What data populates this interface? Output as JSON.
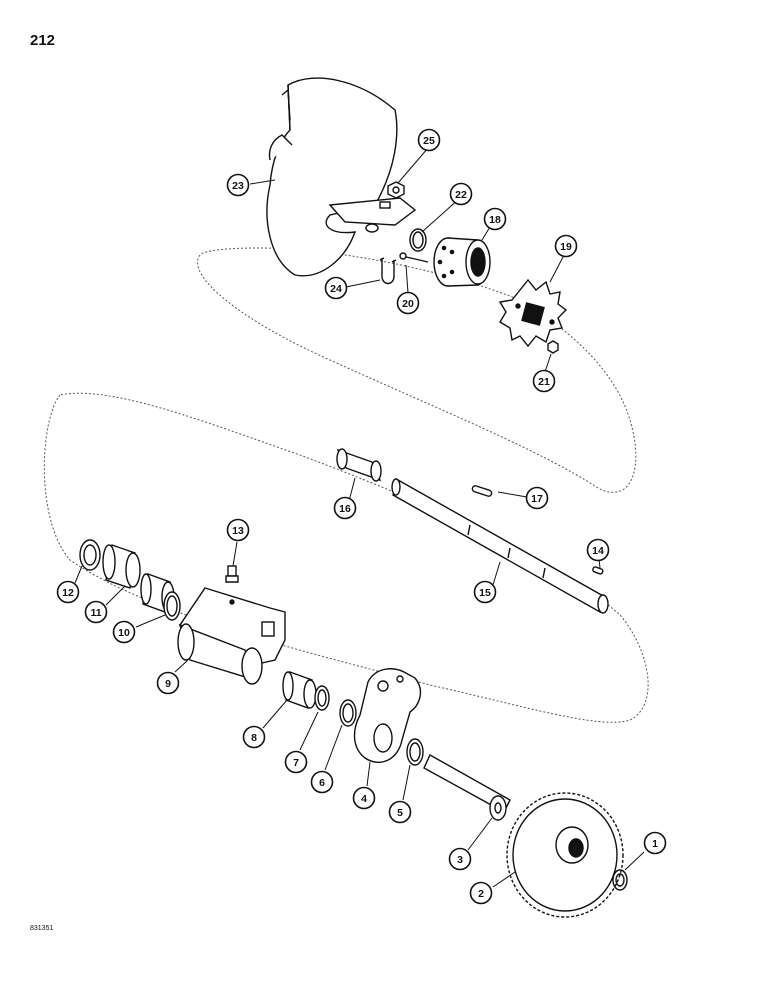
{
  "page_number": "212",
  "figure_code": "831351",
  "callouts": [
    {
      "label": "1"
    },
    {
      "label": "2"
    },
    {
      "label": "3"
    },
    {
      "label": "4"
    },
    {
      "label": "5"
    },
    {
      "label": "6"
    },
    {
      "label": "7"
    },
    {
      "label": "8"
    },
    {
      "label": "9"
    },
    {
      "label": "10"
    },
    {
      "label": "11"
    },
    {
      "label": "12"
    },
    {
      "label": "13"
    },
    {
      "label": "14"
    },
    {
      "label": "15"
    },
    {
      "label": "16"
    },
    {
      "label": "17"
    },
    {
      "label": "18"
    },
    {
      "label": "19"
    },
    {
      "label": "20"
    },
    {
      "label": "21"
    },
    {
      "label": "22"
    },
    {
      "label": "23"
    },
    {
      "label": "24"
    },
    {
      "label": "25"
    }
  ]
}
